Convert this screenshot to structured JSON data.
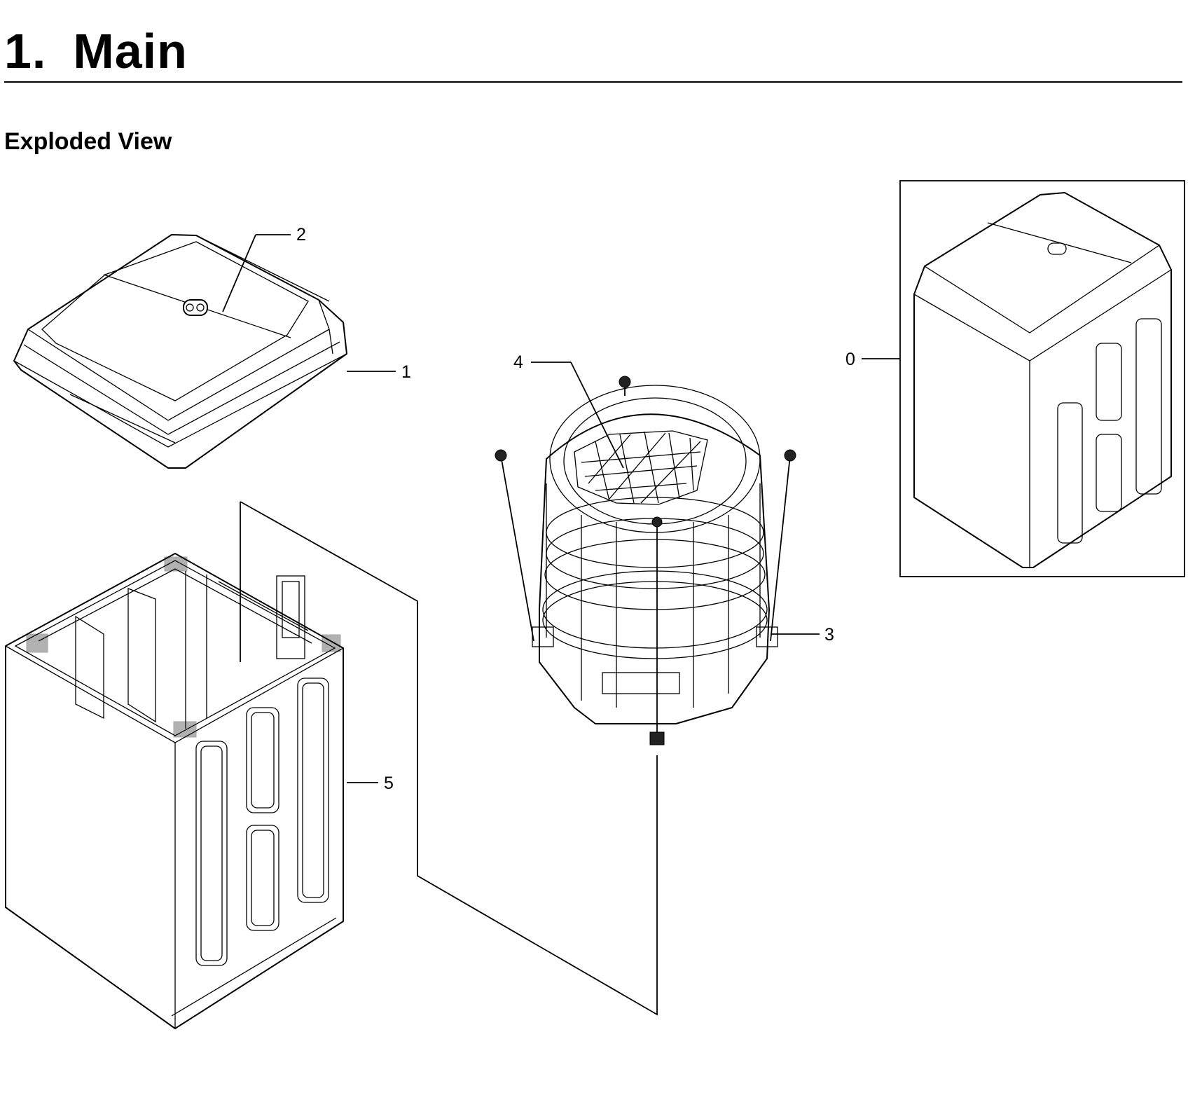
{
  "page": {
    "section_number": "1.",
    "section_title": "Main",
    "subtitle": "Exploded View"
  },
  "callouts": {
    "c0": "0",
    "c1": "1",
    "c2": "2",
    "c3": "3",
    "c4": "4",
    "c5": "5"
  }
}
